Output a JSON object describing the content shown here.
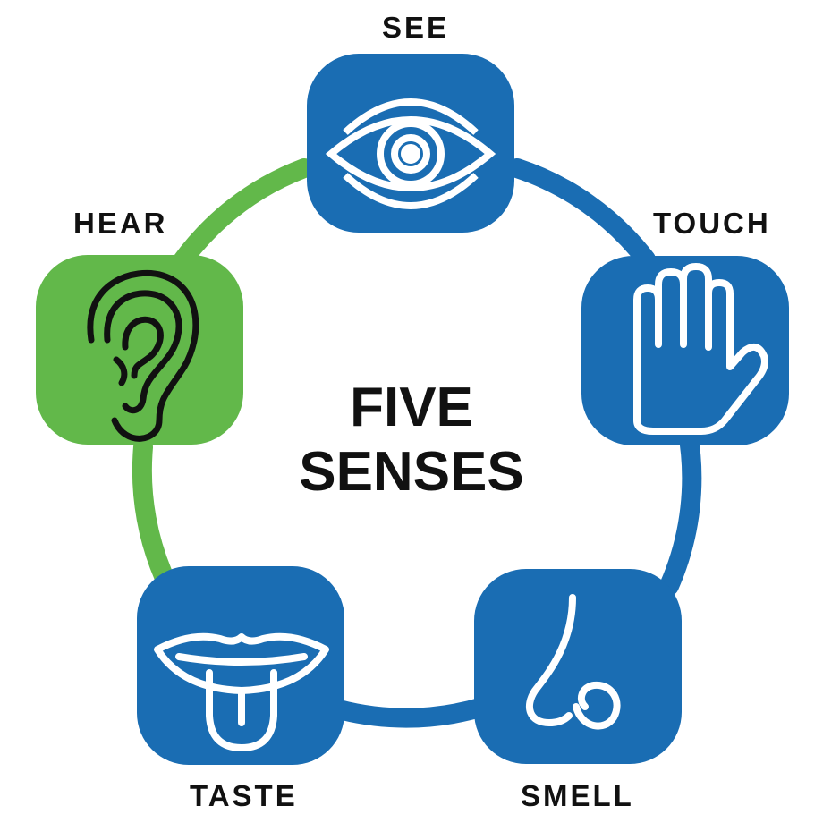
{
  "title": {
    "line1": "FIVE",
    "line2": "SENSES"
  },
  "senses": [
    {
      "label": "SEE",
      "icon": "eye-icon",
      "color": "#1a6db3"
    },
    {
      "label": "HEAR",
      "icon": "ear-icon",
      "color": "#62b84a"
    },
    {
      "label": "TOUCH",
      "icon": "hand-icon",
      "color": "#1a6db3"
    },
    {
      "label": "TASTE",
      "icon": "tongue-icon",
      "color": "#1a6db3"
    },
    {
      "label": "SMELL",
      "icon": "nose-icon",
      "color": "#1a6db3"
    }
  ],
  "colors": {
    "blue": "#1a6db3",
    "green": "#62b84a",
    "text": "#111111",
    "icon_stroke_light": "#ffffff",
    "icon_stroke_dark": "#111111"
  }
}
